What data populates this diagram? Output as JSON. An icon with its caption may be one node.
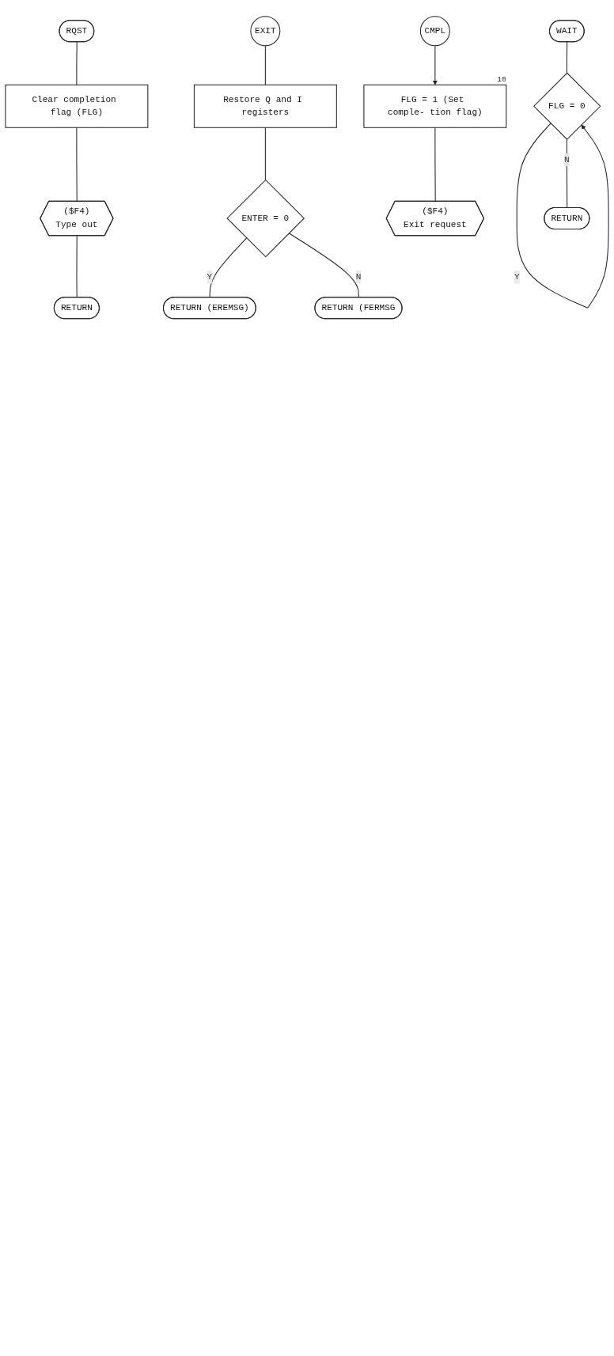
{
  "diagram": {
    "nodes": [
      {
        "text": [
          "RQST"
        ]
      },
      {
        "text": [
          "Clear completion flag (FLG)"
        ]
      },
      {
        "text": [
          "($F4)",
          "Type out"
        ]
      },
      {
        "text": [
          "RETURN"
        ]
      },
      {
        "text": [
          "EXIT"
        ]
      },
      {
        "text": [
          "Restore Q and I registers"
        ]
      },
      {
        "text": [
          "ENTER = 0"
        ]
      },
      {
        "text": [
          "RETURN (EREMSG)"
        ]
      },
      {
        "text": [
          "RETURN (FERMSG"
        ]
      },
      {
        "text": [
          "WAIT"
        ]
      },
      {
        "text": [
          "FLG = 0"
        ]
      },
      {
        "text": [
          "RETURN"
        ]
      },
      {
        "text": [
          "CMPL"
        ]
      },
      {
        "text": [
          "FLG = 1 (Set comple- tion flag)"
        ],
        "beside": [
          "10"
        ]
      },
      {
        "text": [
          "($F4)",
          "Exit request"
        ]
      }
    ],
    "edges": [
      {
        "from": 0,
        "to": 1,
        "arrow": "none"
      },
      {
        "from": 1,
        "to": 2,
        "arrow": "none"
      },
      {
        "from": 2,
        "to": 3,
        "arrow": "none"
      },
      {
        "from": 4,
        "to": 5,
        "arrow": "none"
      },
      {
        "from": 5,
        "to": 6,
        "arrow": "none"
      },
      {
        "from": 6,
        "to": 7,
        "arrow": "none",
        "label": "Y"
      },
      {
        "from": 6,
        "to": 8,
        "arrow": "none",
        "label": "N"
      },
      {
        "from": 9,
        "to": 10,
        "arrow": "none"
      },
      {
        "from": 10,
        "to": 10,
        "arrow": "to",
        "label": "Y"
      },
      {
        "from": 10,
        "to": 11,
        "arrow": "none",
        "label": "N"
      },
      {
        "from": 12,
        "to": 13,
        "arrow": "to"
      },
      {
        "from": 13,
        "to": 14,
        "arrow": "none"
      }
    ]
  }
}
